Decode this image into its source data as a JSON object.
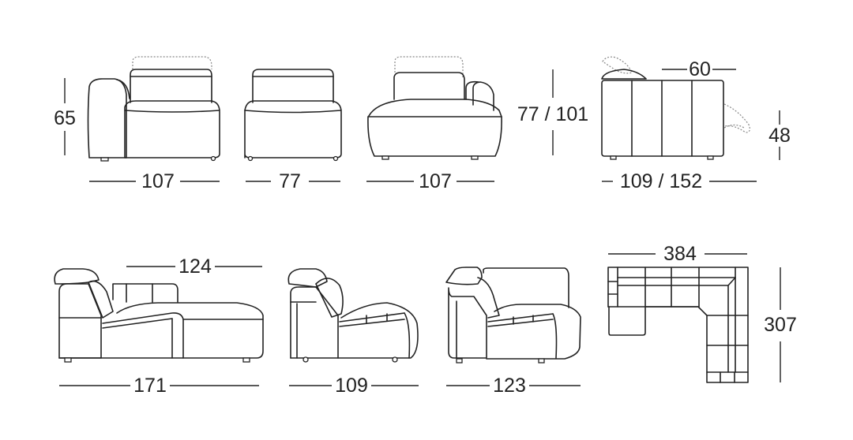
{
  "dimensions": {
    "corner_left_width": "107",
    "corner_left_height": "65",
    "armless_width": "77",
    "corner_right_width": "107",
    "side_height": "77 / 101",
    "side_seat_depth": "60",
    "side_depth": "109 / 152",
    "footrest_height": "48",
    "chaise_seat": "124",
    "chaise_length": "171",
    "recliner_depth": "109",
    "corner_side_depth": "123",
    "layout_width": "384",
    "layout_depth": "307"
  }
}
